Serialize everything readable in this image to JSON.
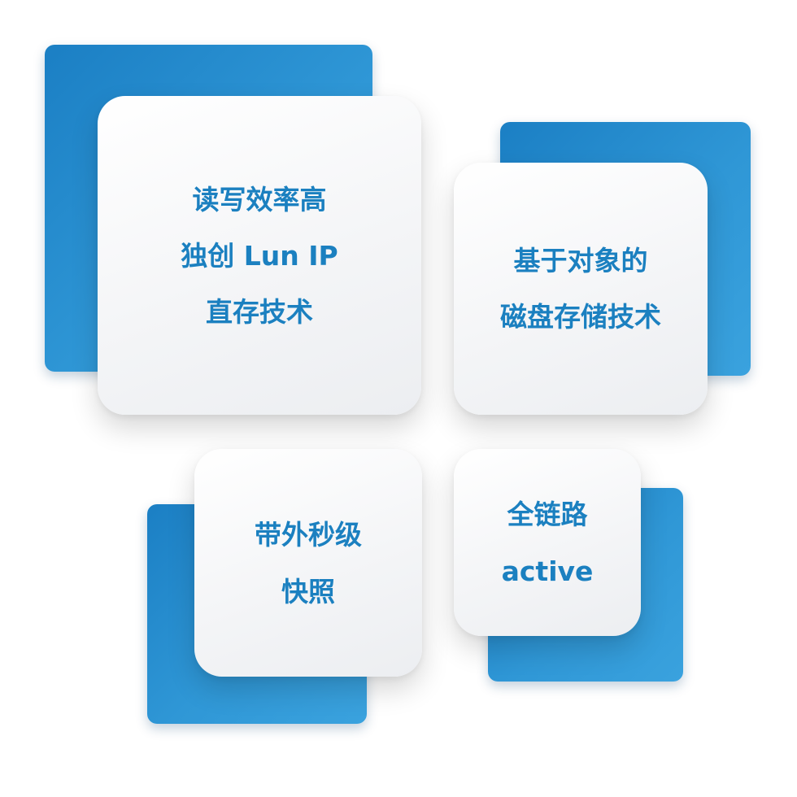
{
  "cards": [
    {
      "lines": [
        "读写效率高",
        "独创 Lun IP",
        "直存技术"
      ]
    },
    {
      "lines": [
        "基于对象的",
        "磁盘存储技术"
      ]
    },
    {
      "lines": [
        "带外秒级",
        "快照"
      ]
    },
    {
      "lines": [
        "全链路",
        "active"
      ]
    }
  ],
  "colors": {
    "accent_blue": "#2a8fd0",
    "text_blue": "#1b80c0",
    "card_white": "#f6f7f9"
  }
}
